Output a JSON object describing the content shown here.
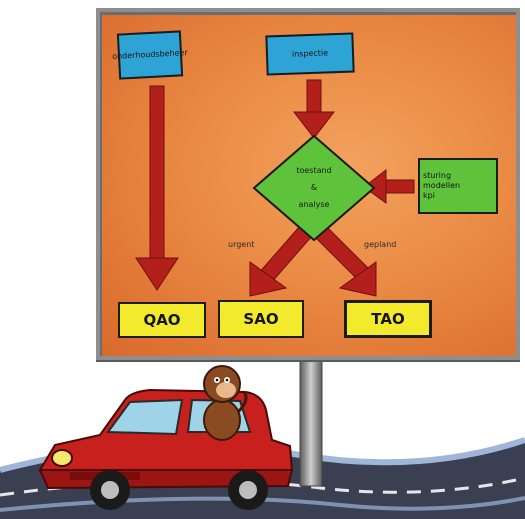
{
  "diagram": {
    "nodes": {
      "top_left": {
        "text": "onderhoudsbeheer"
      },
      "top_center": {
        "text": "inspectie"
      },
      "decision": {
        "line1": "toestand",
        "line2": "&",
        "line3": "analyse"
      },
      "right": {
        "text": "sturing\nmodellen\nkpi"
      },
      "qao": {
        "text": "QAO"
      },
      "sao": {
        "text": "SAO"
      },
      "tao": {
        "text": "TAO"
      }
    },
    "edges": {
      "left_label": "urgent",
      "right_label": "gepland"
    }
  },
  "colors": {
    "board": "#ea8a44",
    "arrow": "#b3201c",
    "blue_box": "#2ea3d6",
    "green": "#5ec23a",
    "yellow": "#f3ea2e",
    "car": "#c8201c"
  },
  "icons": [
    "billboard",
    "car-icon",
    "driver-monkey-icon",
    "road"
  ]
}
